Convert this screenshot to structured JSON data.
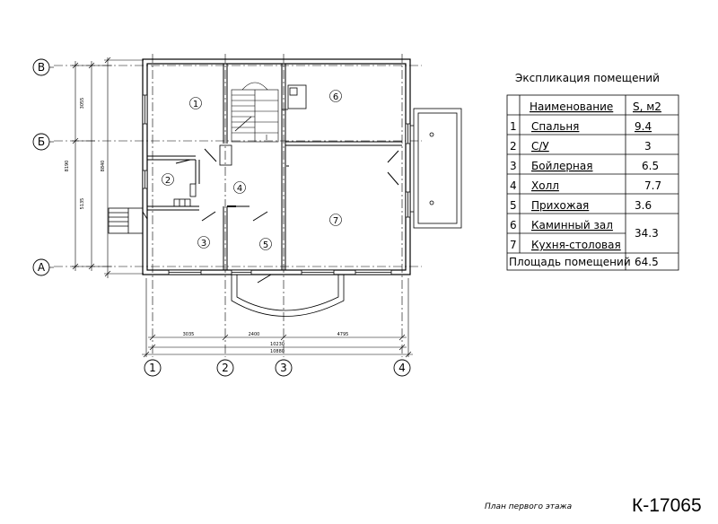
{
  "plan": {
    "axes_letters": [
      "В",
      "Б",
      "А"
    ],
    "axes_numbers": [
      "1",
      "2",
      "3",
      "4"
    ],
    "rooms": [
      {
        "num": "1",
        "name": "Спальня"
      },
      {
        "num": "2",
        "name": "С/У"
      },
      {
        "num": "3",
        "name": "Бойлерная"
      },
      {
        "num": "4",
        "name": "Холл"
      },
      {
        "num": "5",
        "name": "Прихожая"
      },
      {
        "num": "6",
        "name": "Каминный зал"
      },
      {
        "num": "7",
        "name": "Кухня-столовая"
      }
    ],
    "dims_vertical": {
      "segment_top": "3055",
      "segment_bottom": "5135",
      "total_axes": "8190",
      "total_outer": "8840"
    },
    "dims_horizontal": {
      "segment_1": "3035",
      "segment_2": "2400",
      "segment_3": "4795",
      "total_axes": "10230",
      "total_outer": "10880"
    }
  },
  "explication": {
    "title": "Экспликация помещений",
    "header_name": "Наименование",
    "header_area": "S, м2",
    "rows": [
      {
        "num": "1",
        "name": "Спальня",
        "area": "9.4"
      },
      {
        "num": "2",
        "name": "С/У",
        "area": "3"
      },
      {
        "num": "3",
        "name": "Бойлерная",
        "area": "6.5"
      },
      {
        "num": "4",
        "name": "Холл",
        "area": "7.7"
      },
      {
        "num": "5",
        "name": "Прихожая",
        "area": "3.6"
      },
      {
        "num": "6",
        "name": "Каминный зал",
        "area": ""
      },
      {
        "num": "7",
        "name": "Кухня-столовая",
        "area": ""
      }
    ],
    "merged_area": "34.3",
    "total_label": "Площадь помещений",
    "total_value": "64.5"
  },
  "caption": "План первого этажа",
  "code": "К-17065"
}
